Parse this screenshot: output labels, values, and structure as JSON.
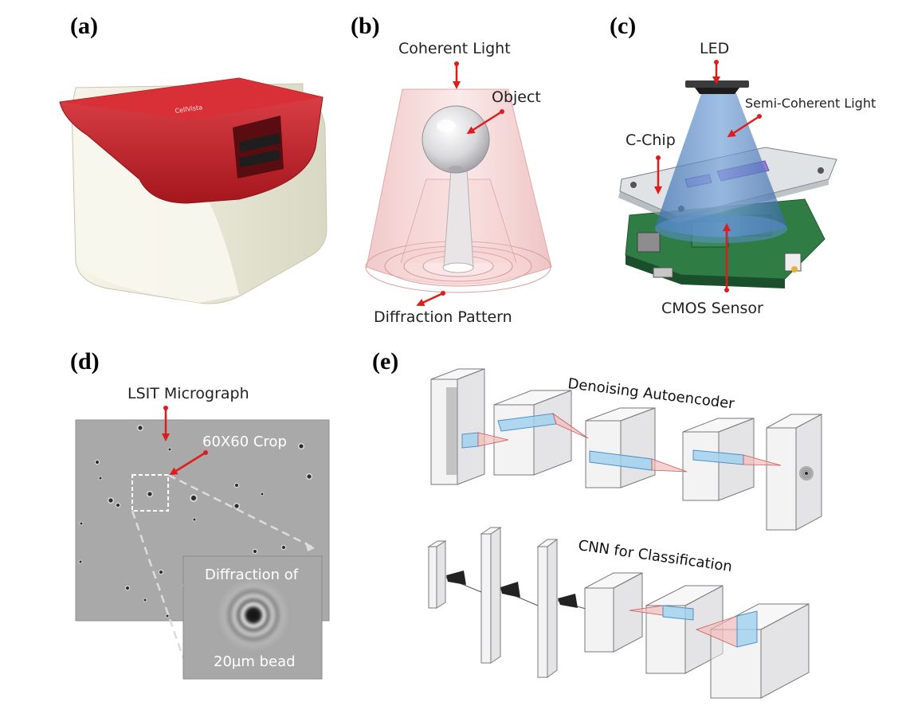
{
  "panels": {
    "a": {
      "label": "(a)"
    },
    "b": {
      "label": "(b)",
      "coherent_light": "Coherent Light",
      "object": "Object",
      "diffraction_pattern": "Diffraction Pattern"
    },
    "c": {
      "label": "(c)",
      "led": "LED",
      "semi_coherent_light": "Semi-Coherent Light",
      "c_chip": "C-Chip",
      "cmos_sensor": "CMOS Sensor"
    },
    "d": {
      "label": "(d)",
      "micrograph": "LSIT Micrograph",
      "crop": "60X60 Crop",
      "diffraction_line1": "Diffraction of",
      "diffraction_line2": "20µm bead"
    },
    "e": {
      "label": "(e)",
      "autoencoder": "Denoising Autoencoder",
      "cnn": "CNN for Classification"
    }
  },
  "colors": {
    "device_red": "#c8202a",
    "device_body": "#efeedd",
    "arrow_red": "#e01b1b",
    "led_cone": "#4f86c6",
    "pcb_green": "#2f7d45",
    "kernel_blue": "#9fd0ef",
    "cone_pink": "#f3b7b7"
  }
}
